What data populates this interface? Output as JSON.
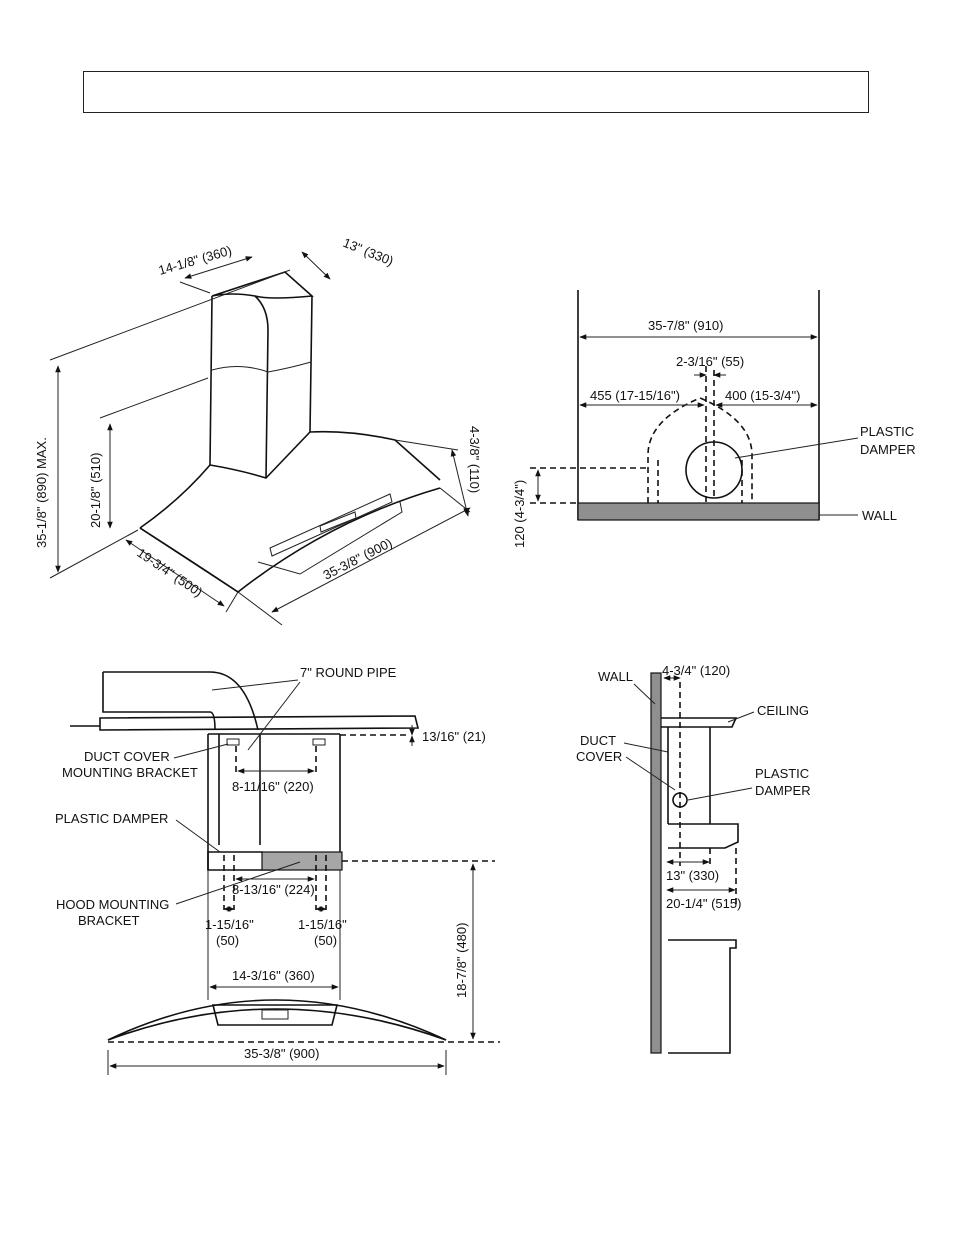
{
  "title": "",
  "iso_view": {
    "dims": {
      "chimney_width": "14-1/8\" (360)",
      "chimney_depth": "13\" (330)",
      "max_height": "35-1/8\" (890) MAX.",
      "min_height": "20-1/8\" (510)",
      "hood_height": "4-3/8\" (110)",
      "hood_depth": "19-3/4\" (500)",
      "hood_width": "35-3/8\" (900)"
    }
  },
  "top_view": {
    "dims": {
      "total_width": "35-7/8\" (910)",
      "offset": "2-3/16\" (55)",
      "left": "455 (17-15/16\")",
      "right": "400 (15-3/4\")",
      "height": "120 (4-3/4\")"
    },
    "labels": {
      "damper_line1": "PLASTIC",
      "damper_line2": "DAMPER",
      "wall": "WALL"
    }
  },
  "front_view": {
    "labels": {
      "round_pipe": "7\" ROUND PIPE",
      "duct_bracket_line1": "DUCT COVER",
      "duct_bracket_line2": "MOUNTING BRACKET",
      "damper": "PLASTIC DAMPER",
      "hood_bracket_line1": "HOOD MOUNTING",
      "hood_bracket_line2": "BRACKET"
    },
    "dims": {
      "top_offset": "13/16\" (21)",
      "bracket_spacing": "8-11/16\" (220)",
      "hood_bracket_spacing": "8-13/16\" (224)",
      "left_edge_line1": "1-15/16\"",
      "left_edge_line2": "(50)",
      "right_edge_line1": "1-15/16\"",
      "right_edge_line2": "(50)",
      "chimney_width": "14-3/16\" (360)",
      "bracket_height": "18-7/8\" (480)",
      "hood_width": "35-3/8\" (900)"
    }
  },
  "side_view": {
    "labels": {
      "wall": "WALL",
      "ceiling": "CEILING",
      "duct_line1": "DUCT",
      "duct_line2": "COVER",
      "damper_line1": "PLASTIC",
      "damper_line2": "DAMPER"
    },
    "dims": {
      "wall_offset": "4-3/4\" (120)",
      "depth_short": "13\" (330)",
      "depth_long": "20-1/4\" (515)"
    }
  }
}
